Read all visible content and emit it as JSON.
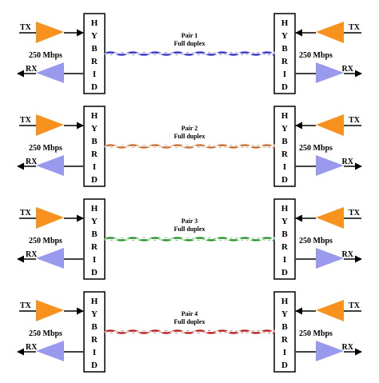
{
  "labels": {
    "tx": "TX",
    "rx": "RX",
    "rate": "250 Mbps",
    "hybrid_letters": [
      "H",
      "Y",
      "B",
      "R",
      "I",
      "D"
    ]
  },
  "pairs": [
    {
      "name": "Pair 1",
      "mode": "Full duplex",
      "color": "#3b3bc4"
    },
    {
      "name": "Pair 2",
      "mode": "Full duplex",
      "color": "#c8763a"
    },
    {
      "name": "Pair 3",
      "mode": "Full duplex",
      "color": "#2f9a2f"
    },
    {
      "name": "Pair 4",
      "mode": "Full duplex",
      "color": "#b82828"
    }
  ],
  "colors": {
    "tx_amplifier": "#f7921e",
    "rx_amplifier": "#9999ee",
    "line": "#000000",
    "hybrid_fill": "#ffffff"
  }
}
